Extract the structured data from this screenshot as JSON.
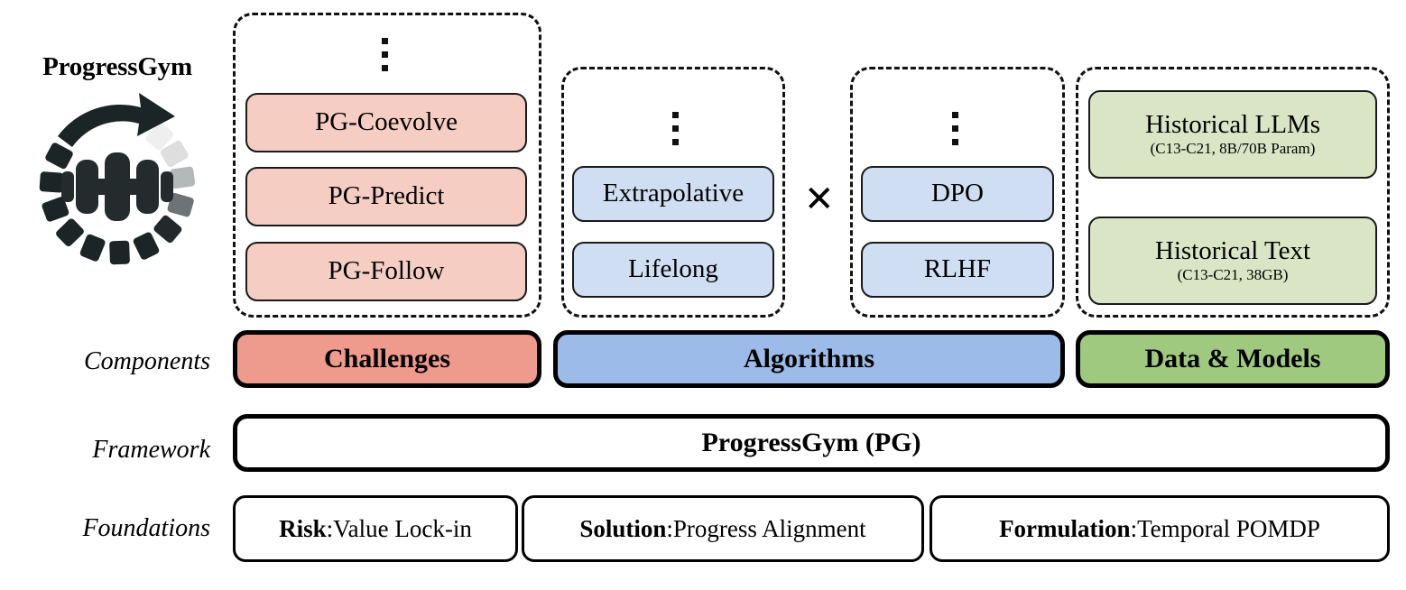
{
  "brand": {
    "title": "ProgressGym",
    "logo_icon": "circular-progress-arrow-dumbbell-logo"
  },
  "rows": {
    "components_label": "Components",
    "framework_label": "Framework",
    "foundations_label": "Foundations"
  },
  "challenges": {
    "ellipsis": "vertical-ellipsis",
    "items": [
      {
        "label": "PG-Coevolve"
      },
      {
        "label": "PG-Predict"
      },
      {
        "label": "PG-Follow"
      }
    ],
    "component_label": "Challenges",
    "color": "#ee9a8c",
    "item_color": "#f5cdc3"
  },
  "algorithms": {
    "paradigms": {
      "ellipsis": "vertical-ellipsis",
      "items": [
        {
          "label": "Extrapolative"
        },
        {
          "label": "Lifelong"
        }
      ]
    },
    "operator": "✕",
    "methods": {
      "ellipsis": "vertical-ellipsis",
      "items": [
        {
          "label": "DPO"
        },
        {
          "label": "RLHF"
        }
      ]
    },
    "component_label": "Algorithms",
    "color": "#9cbbe8",
    "item_color": "#cfdef2"
  },
  "data_models": {
    "items": [
      {
        "label": "Historical LLMs",
        "sub": "(C13-C21, 8B/70B Param)"
      },
      {
        "label": "Historical Text",
        "sub": "(C13-C21, 38GB)"
      }
    ],
    "component_label": "Data & Models",
    "color": "#9ec97f",
    "item_color": "#d9e5c5"
  },
  "framework": {
    "label": "ProgressGym (PG)"
  },
  "foundations": [
    {
      "key": "Risk",
      "sep": ": ",
      "value": "Value Lock-in"
    },
    {
      "key": "Solution",
      "sep": ": ",
      "value": "Progress Alignment"
    },
    {
      "key": "Formulation",
      "sep": ": ",
      "value": "Temporal POMDP"
    }
  ]
}
